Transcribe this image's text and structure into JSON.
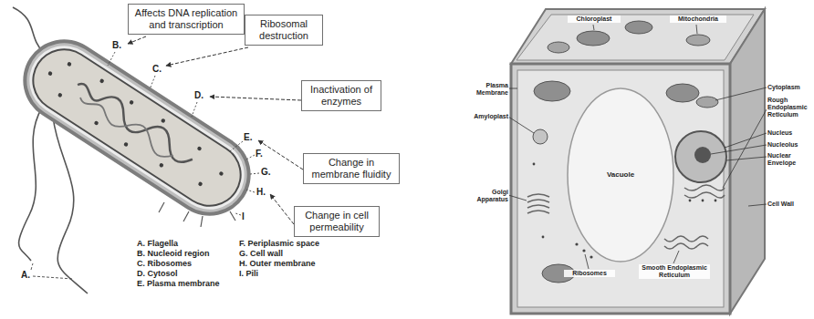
{
  "diagram": {
    "nodes": [
      {
        "text": [
          "Affects DNA replication and transcription"
        ]
      },
      {
        "text": [
          "Ribosomal destruction"
        ]
      },
      {
        "text": [
          "Inactivation of enzymes"
        ]
      },
      {
        "text": [
          "Change in membrane fluidity"
        ]
      },
      {
        "text": [
          "Change in cell permeability"
        ]
      }
    ],
    "labels": [
      "A.",
      "B.",
      "C.",
      "D.",
      "E.",
      "F.",
      "G.",
      "H.",
      "I",
      "A. Flagella",
      "B. Nucleoid region",
      "C. Ribosomes",
      "D. Cytosol",
      "E. Plasma membrane",
      "F. Periplasmic space",
      "G. Cell wall",
      "H. Outer membrane",
      "I. Pili",
      "Chloroplast",
      "Mitochondria",
      "Plasma Membrane",
      "Cytoplasm",
      "Amyloplast",
      "Rough Endoplasmic Reticulum",
      "Nucleus",
      "Vacuole",
      "Nucleolus",
      "Nuclear Envelope",
      "Golgi Apparatus",
      "Cell Wall",
      "Ribosomes",
      "Smooth Endoplasmic Reticulum"
    ]
  }
}
